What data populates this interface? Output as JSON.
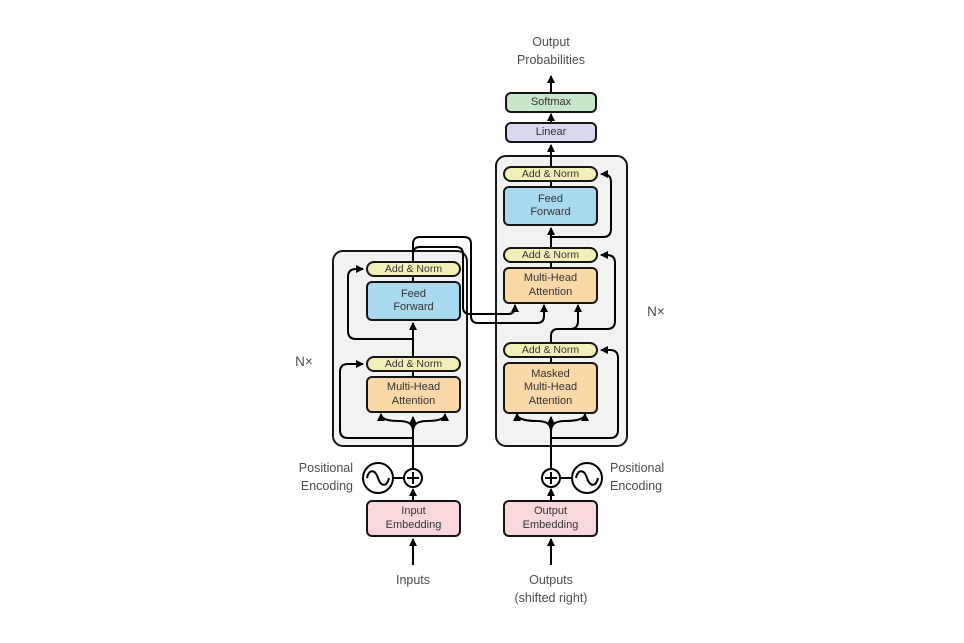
{
  "labels": {
    "output_probabilities": "Output\nProbabilities",
    "softmax": "Softmax",
    "linear": "Linear",
    "add_norm": "Add & Norm",
    "feed_forward": "Feed\nForward",
    "multi_head_attention": "Multi-Head\nAttention",
    "masked_multi_head_attention": "Masked\nMulti-Head\nAttention",
    "n_times": "N×",
    "positional_encoding": "Positional\nEncoding",
    "input_embedding": "Input\nEmbedding",
    "output_embedding": "Output\nEmbedding",
    "inputs": "Inputs",
    "outputs": "Outputs\n(shifted right)"
  },
  "colors": {
    "softmax": "#c6e7c9",
    "linear": "#d8d9ee",
    "add_norm": "#f3efb8",
    "feed_forward": "#a8d9f0",
    "attention": "#fbd8a8",
    "embedding": "#f9d8dc",
    "stack_bg": "#f2f2f2",
    "line": "#000000"
  }
}
